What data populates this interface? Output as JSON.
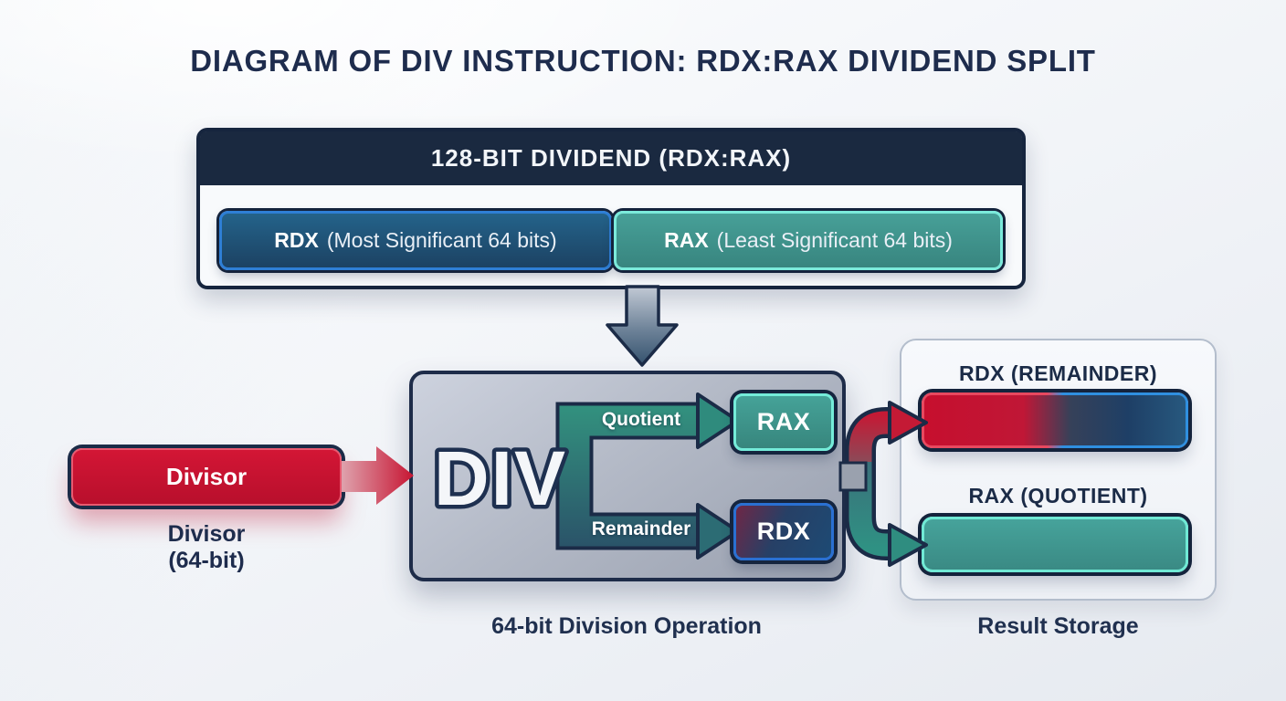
{
  "title": "DIAGRAM OF DIV INSTRUCTION: RDX:RAX DIVIDEND SPLIT",
  "dividend": {
    "header": "128-BIT DIVIDEND (RDX:RAX)",
    "rdx": {
      "name": "RDX",
      "desc": "(Most Significant 64 bits)"
    },
    "rax": {
      "name": "RAX",
      "desc": "(Least Significant 64 bits)"
    }
  },
  "divisor": {
    "label": "Divisor",
    "caption_line1": "Divisor",
    "caption_line2": "(64-bit)"
  },
  "division": {
    "op": "DIV",
    "quotient_label": "Quotient",
    "remainder_label": "Remainder",
    "rax_register": "RAX",
    "rdx_register": "RDX",
    "caption": "64-bit Division Operation"
  },
  "results": {
    "rdx_label": "RDX (REMAINDER)",
    "rax_label": "RAX (QUOTIENT)",
    "caption": "Result Storage"
  },
  "colors": {
    "navy": "#1b2b47",
    "header_navy": "#1a2940",
    "red": "#c41230",
    "red_border": "#e8596f",
    "blue_fill": "#1d4a6e",
    "blue_border": "#2e7fd6",
    "teal_fill": "#3f968f",
    "teal_border": "#70e9d5",
    "gray_box": "#aab0bd",
    "background": "#f0f3f7"
  }
}
